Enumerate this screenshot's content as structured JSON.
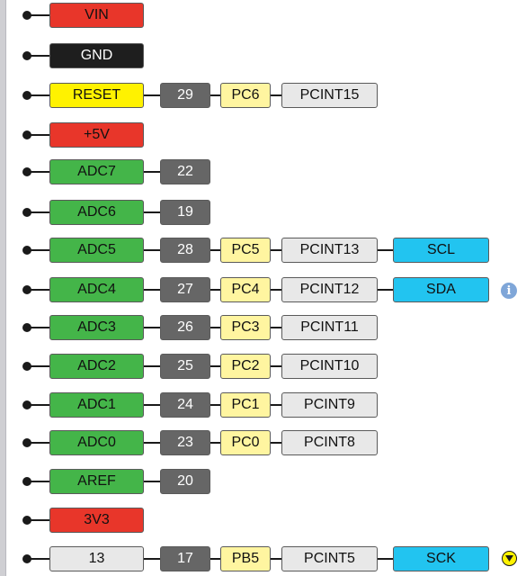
{
  "colors": {
    "power": "#e8362a",
    "ground": "#1e1e1e",
    "control": "#fff200",
    "analog": "#44b549",
    "pin_number": "#666666",
    "port": "#fff5a0",
    "pcint": "#e8e8e8",
    "communication": "#22c4f0",
    "digital": "#e8e8e8"
  },
  "icons": {
    "info": "info-icon",
    "more": "chevron-down-icon"
  },
  "info_icon_glyph": "i",
  "pins": [
    {
      "name": "VIN",
      "kind": "power"
    },
    {
      "name": "GND",
      "kind": "ground"
    },
    {
      "name": "RESET",
      "kind": "control",
      "number": "29",
      "port": "PC6",
      "pcint": "PCINT15"
    },
    {
      "name": "+5V",
      "kind": "power"
    },
    {
      "name": "ADC7",
      "kind": "analog",
      "number": "22"
    },
    {
      "name": "ADC6",
      "kind": "analog",
      "number": "19"
    },
    {
      "name": "ADC5",
      "kind": "analog",
      "number": "28",
      "port": "PC5",
      "pcint": "PCINT13",
      "comm": "SCL"
    },
    {
      "name": "ADC4",
      "kind": "analog",
      "number": "27",
      "port": "PC4",
      "pcint": "PCINT12",
      "comm": "SDA"
    },
    {
      "name": "ADC3",
      "kind": "analog",
      "number": "26",
      "port": "PC3",
      "pcint": "PCINT11"
    },
    {
      "name": "ADC2",
      "kind": "analog",
      "number": "25",
      "port": "PC2",
      "pcint": "PCINT10"
    },
    {
      "name": "ADC1",
      "kind": "analog",
      "number": "24",
      "port": "PC1",
      "pcint": "PCINT9"
    },
    {
      "name": "ADC0",
      "kind": "analog",
      "number": "23",
      "port": "PC0",
      "pcint": "PCINT8"
    },
    {
      "name": "AREF",
      "kind": "analog",
      "number": "20"
    },
    {
      "name": "3V3",
      "kind": "power"
    },
    {
      "name": "13",
      "kind": "digital",
      "number": "17",
      "port": "PB5",
      "pcint": "PCINT5",
      "comm": "SCK"
    }
  ]
}
